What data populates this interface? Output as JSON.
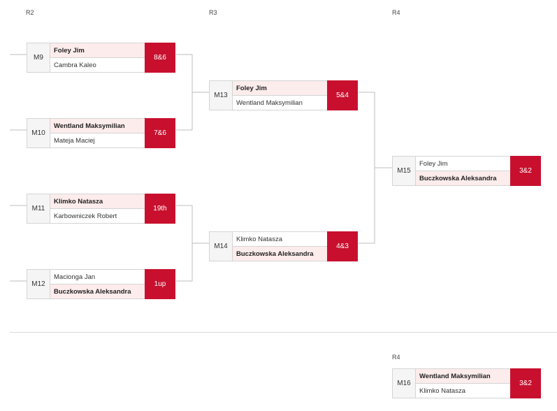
{
  "rounds": {
    "r2": "R2",
    "r3": "R3",
    "r4": "R4",
    "r4_bottom": "R4"
  },
  "matches": {
    "m9": {
      "id": "M9",
      "p1": "Foley Jim",
      "p2": "Cambra Kaleo",
      "score": "8&6"
    },
    "m10": {
      "id": "M10",
      "p1": "Wentland Maksymilian",
      "p2": "Mateja Maciej",
      "score": "7&6"
    },
    "m11": {
      "id": "M11",
      "p1": "Klimko Natasza",
      "p2": "Karbowniczek Robert",
      "score": "19th"
    },
    "m12": {
      "id": "M12",
      "p1": "Macionga Jan",
      "p2": "Buczkowska Aleksandra",
      "score": "1up"
    },
    "m13": {
      "id": "M13",
      "p1": "Foley Jim",
      "p2": "Wentland Maksymilian",
      "score": "5&4"
    },
    "m14": {
      "id": "M14",
      "p1": "Klimko Natasza",
      "p2": "Buczkowska Aleksandra",
      "score": "4&3"
    },
    "m15": {
      "id": "M15",
      "p1": "Foley Jim",
      "p2": "Buczkowska Aleksandra",
      "score": "3&2"
    },
    "m16": {
      "id": "M16",
      "p1": "Wentland Maksymilian",
      "p2": "Klimko Natasza",
      "score": "3&2"
    }
  },
  "colors": {
    "accent": "#c8102e",
    "winner_bg": "#fdecec"
  }
}
